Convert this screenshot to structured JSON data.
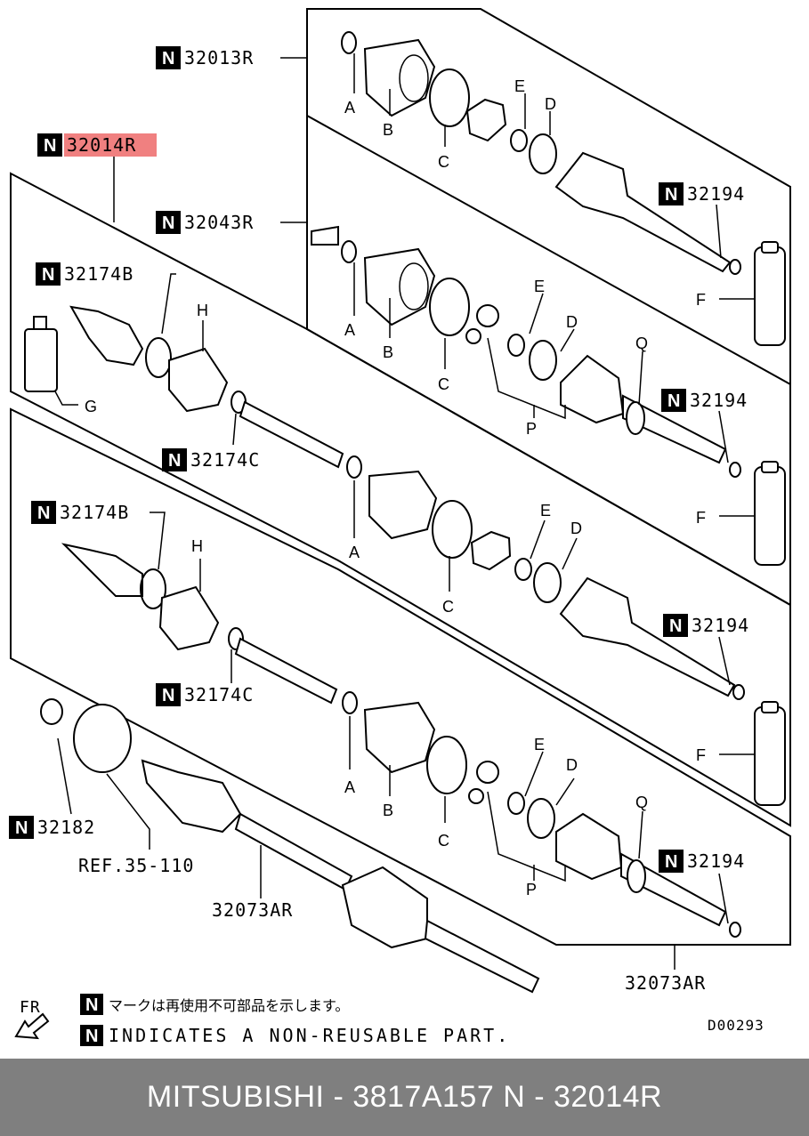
{
  "diagram": {
    "n_mark": "N",
    "highlight_color": "#f08080",
    "labels": {
      "p32013R": "32013R",
      "p32014R": "32014R",
      "p32043R": "32043R",
      "p32174B_1": "32174B",
      "p32174C_1": "32174C",
      "p32174B_2": "32174B",
      "p32174C_2": "32174C",
      "p32182": "32182",
      "p32194_1": "32194",
      "p32194_2": "32194",
      "p32194_3": "32194",
      "p32194_4": "32194",
      "ref": "REF.35-110",
      "p32073AR_1": "32073AR",
      "p32073AR_2": "32073AR",
      "code": "D00293"
    },
    "letters": {
      "A": "A",
      "B": "B",
      "C": "C",
      "D": "D",
      "E": "E",
      "F": "F",
      "G": "G",
      "H": "H",
      "P": "P",
      "Q": "Q"
    },
    "fr_label": "FR",
    "note_jp": "マークは再使用不可部品を示します。",
    "note_en": "INDICATES A NON-REUSABLE PART."
  },
  "footer": {
    "caption": "MITSUBISHI - 3817A157     N - 32014R"
  }
}
